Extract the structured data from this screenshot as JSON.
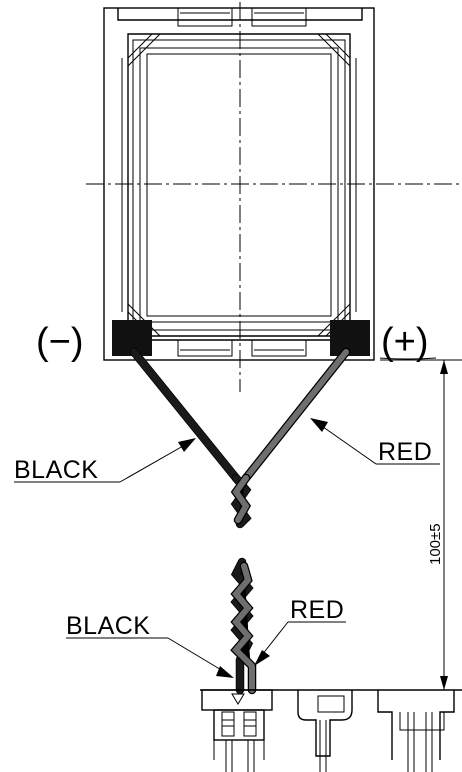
{
  "labels": {
    "negative": "(−)",
    "positive": "(+)",
    "black_upper": "BLACK",
    "red_upper": "RED",
    "black_lower": "BLACK",
    "red_lower": "RED",
    "length_dim": "100±5"
  },
  "colors": {
    "line": "#000000",
    "black_wire": "#1a1a1a",
    "red_wire_shade": "#6e6e6e"
  }
}
